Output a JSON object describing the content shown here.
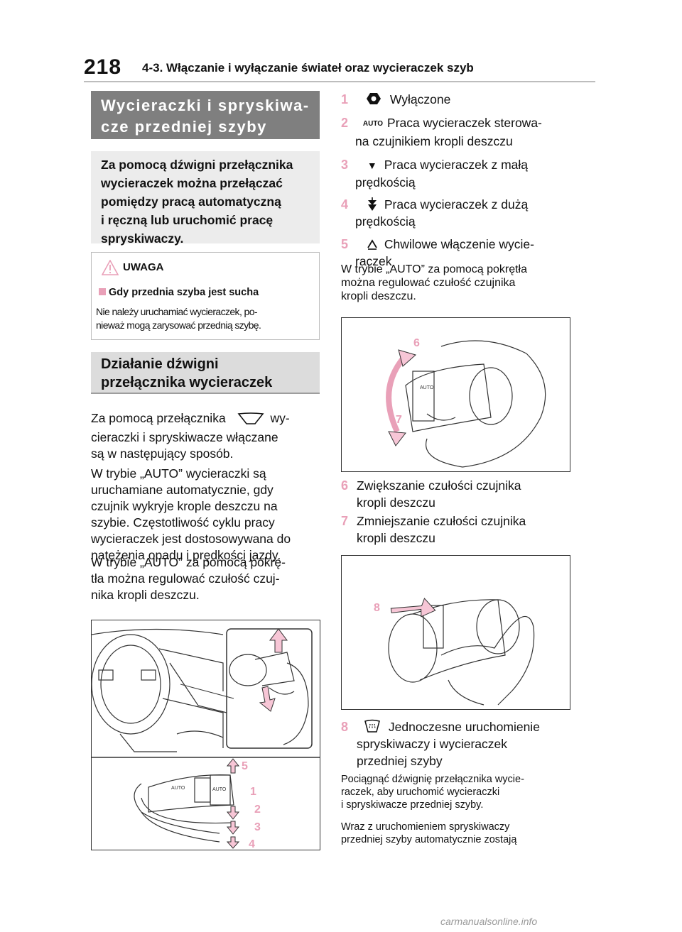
{
  "header": {
    "page_number": "218",
    "chapter_title": "4-3. Włączanie i wyłączanie świateł oraz wycieraczek szyb"
  },
  "section1": {
    "title_line1": "Wycieraczki i spryskiwa-",
    "title_line2": "cze przedniej szyby",
    "intro_lines": [
      "Za pomocą dźwigni przełącznika",
      "wycieraczek można przełączać",
      "pomiędzy pracą automatyczną",
      "i ręczną lub uruchomić pracę",
      "spryskiwaczy."
    ]
  },
  "caution": {
    "title": "UWAGA",
    "subtitle": "Gdy przednia szyba jest sucha",
    "text_line1": "Nie należy uruchamiać wycieraczek, po-",
    "text_line2": "nieważ mogą zarysować przednią szybę."
  },
  "section2": {
    "title_line1": "Działanie dźwigni",
    "title_line2": "przełącznika wycieraczek"
  },
  "body": {
    "p1_line1a": "Za pomocą przełącznika",
    "p1_line1b": "wy-",
    "p1_line2": "cieraczki i spryskiwacze włączane",
    "p1_line3": "są w następujący sposób.",
    "p2_lines": [
      "W trybie „AUTO” wycieraczki są",
      "uruchamiane automatycznie, gdy",
      "czujnik wykryje krople deszczu na",
      "szybie. Częstotliwość cyklu pracy",
      "wycieraczek jest dostosowywana do",
      "natężenia opadu i prędkości jazdy."
    ],
    "p3_lines": [
      "W trybie „AUTO” za pomocą pokrę-",
      "tła można regulować czułość czuj-",
      "nika kropli deszczu."
    ]
  },
  "modes": {
    "m1_num": "1",
    "m1_text": "Wyłączone",
    "m2_num": "2",
    "m2_icon": "AUTO",
    "m2_text": "Praca wycieraczek sterowa-",
    "m2_text2": "na czujnikiem kropli deszczu",
    "m3_num": "3",
    "m3_text": "Praca wycieraczek z małą",
    "m3_text2": "prędkością",
    "m4_num": "4",
    "m4_text": "Praca wycieraczek z dużą",
    "m4_text2": "prędkością",
    "m5_num": "5",
    "m5_text": "Chwilowe włączenie wycie-",
    "m5_text2": "raczek"
  },
  "note_auto": {
    "line1": "W trybie „AUTO” za pomocą pokrętła",
    "line2": "można regulować czułość czujnika",
    "line3": "kropli deszczu."
  },
  "sensitivity": {
    "s6_num": "6",
    "s6_text": "Zwiększanie czułości czujnika",
    "s6_text2": "kropli deszczu",
    "s7_num": "7",
    "s7_text": "Zmniejszanie czułości czujnika",
    "s7_text2": "kropli deszczu"
  },
  "washer": {
    "s8_num": "8",
    "s8_text": "Jednoczesne uruchomienie",
    "s8_text2": "spryskiwaczy i wycieraczek",
    "s8_text3": "przedniej szyby",
    "note1_line1": "Pociągnąć dźwignię przełącznika wycie-",
    "note1_line2": "raczek, aby uruchomić wycieraczki",
    "note1_line3": "i spryskiwacze przedniej szyby.",
    "note2_line1": "Wraz z uruchomieniem spryskiwaczy",
    "note2_line2": "przedniej szyby automatycznie zostają"
  },
  "figure_labels": {
    "n1": "1",
    "n2": "2",
    "n3": "3",
    "n4": "4",
    "n5": "5",
    "n6": "6",
    "n7": "7",
    "n8": "8",
    "auto_label": "AUTO"
  },
  "footer": {
    "watermark": "carmanualsonline.info"
  },
  "colors": {
    "accent_pink": "#e9a0b8",
    "section_dark": "#7f7f7f",
    "section_light": "#dcdcdc",
    "intro_bg": "#ececec"
  }
}
